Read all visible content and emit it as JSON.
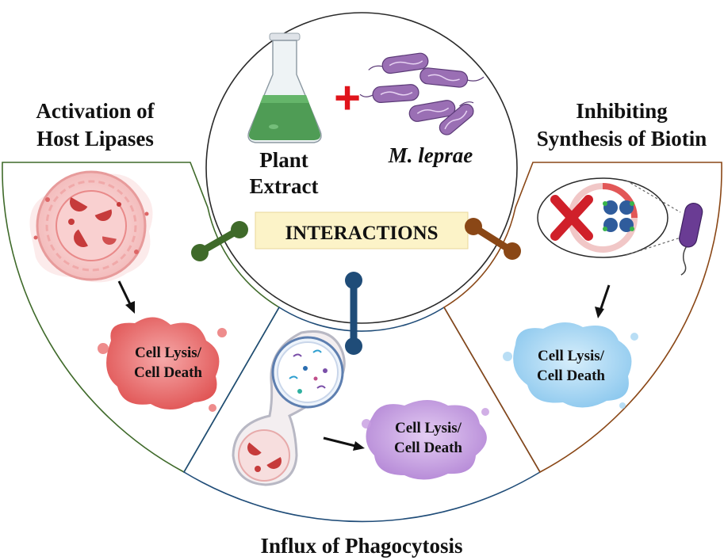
{
  "center": {
    "plant_extract_line1": "Plant",
    "plant_extract_line2": "Extract",
    "pathogen": "M. leprae",
    "plus_symbol": "+",
    "interactions_label": "INTERACTIONS"
  },
  "sections": {
    "left": {
      "title_line1": "Activation of",
      "title_line2": "Host Lipases",
      "result_line1": "Cell Lysis/",
      "result_line2": "Cell Death"
    },
    "bottom": {
      "title": "Influx of Phagocytosis",
      "result_line1": "Cell Lysis/",
      "result_line2": "Cell Death"
    },
    "right": {
      "title_line1": "Inhibiting",
      "title_line2": "Synthesis of Biotin",
      "result_line1": "Cell Lysis/",
      "result_line2": "Cell Death"
    }
  },
  "colors": {
    "left_accent": "#3f6a2a",
    "bottom_accent": "#1f4c78",
    "right_accent": "#8a4716",
    "interactions_bg": "#fcf3c8",
    "plus": "#e0141b",
    "flask_liquid": "#4f9c55",
    "bacteria": "#9a6fb4",
    "red_blob": "#ea6f6f",
    "purple_blob": "#c69be0",
    "blue_blob": "#a8d6f3"
  },
  "icons": [
    "flask-icon",
    "bacteria-icon",
    "lysosome-cell-icon",
    "phagosome-icon",
    "biotin-inhibition-icon",
    "arrow-icon"
  ]
}
